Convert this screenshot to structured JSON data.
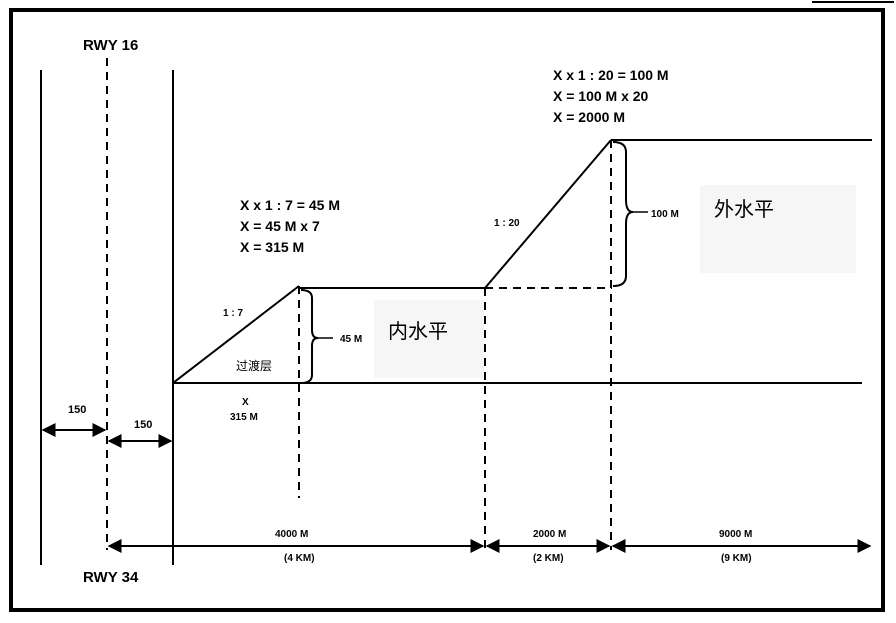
{
  "runway": {
    "top_label": "RWY 16",
    "bottom_label": "RWY 34"
  },
  "offsets": {
    "first": "150",
    "second": "150"
  },
  "transitional": {
    "slope": "1 : 7",
    "eq1": "X x 1 : 7 = 45 M",
    "eq2": "X = 45 M x 7",
    "eq3": "X = 315 M",
    "height": "45 M",
    "name": "过渡层",
    "x_label": "X",
    "x_value": "315 M"
  },
  "inner_horizontal": {
    "name": "内水平"
  },
  "outer": {
    "slope": "1 : 20",
    "eq1": "X x 1 : 20 = 100 M",
    "eq2": "X = 100 M x 20",
    "eq3": "X = 2000 M",
    "height": "100 M"
  },
  "outer_horizontal": {
    "name": "外水平"
  },
  "distances": [
    {
      "value": "4000 M",
      "km": "(4 KM)"
    },
    {
      "value": "2000 M",
      "km": "(2 KM)"
    },
    {
      "value": "9000 M",
      "km": "(9 KM)"
    }
  ]
}
